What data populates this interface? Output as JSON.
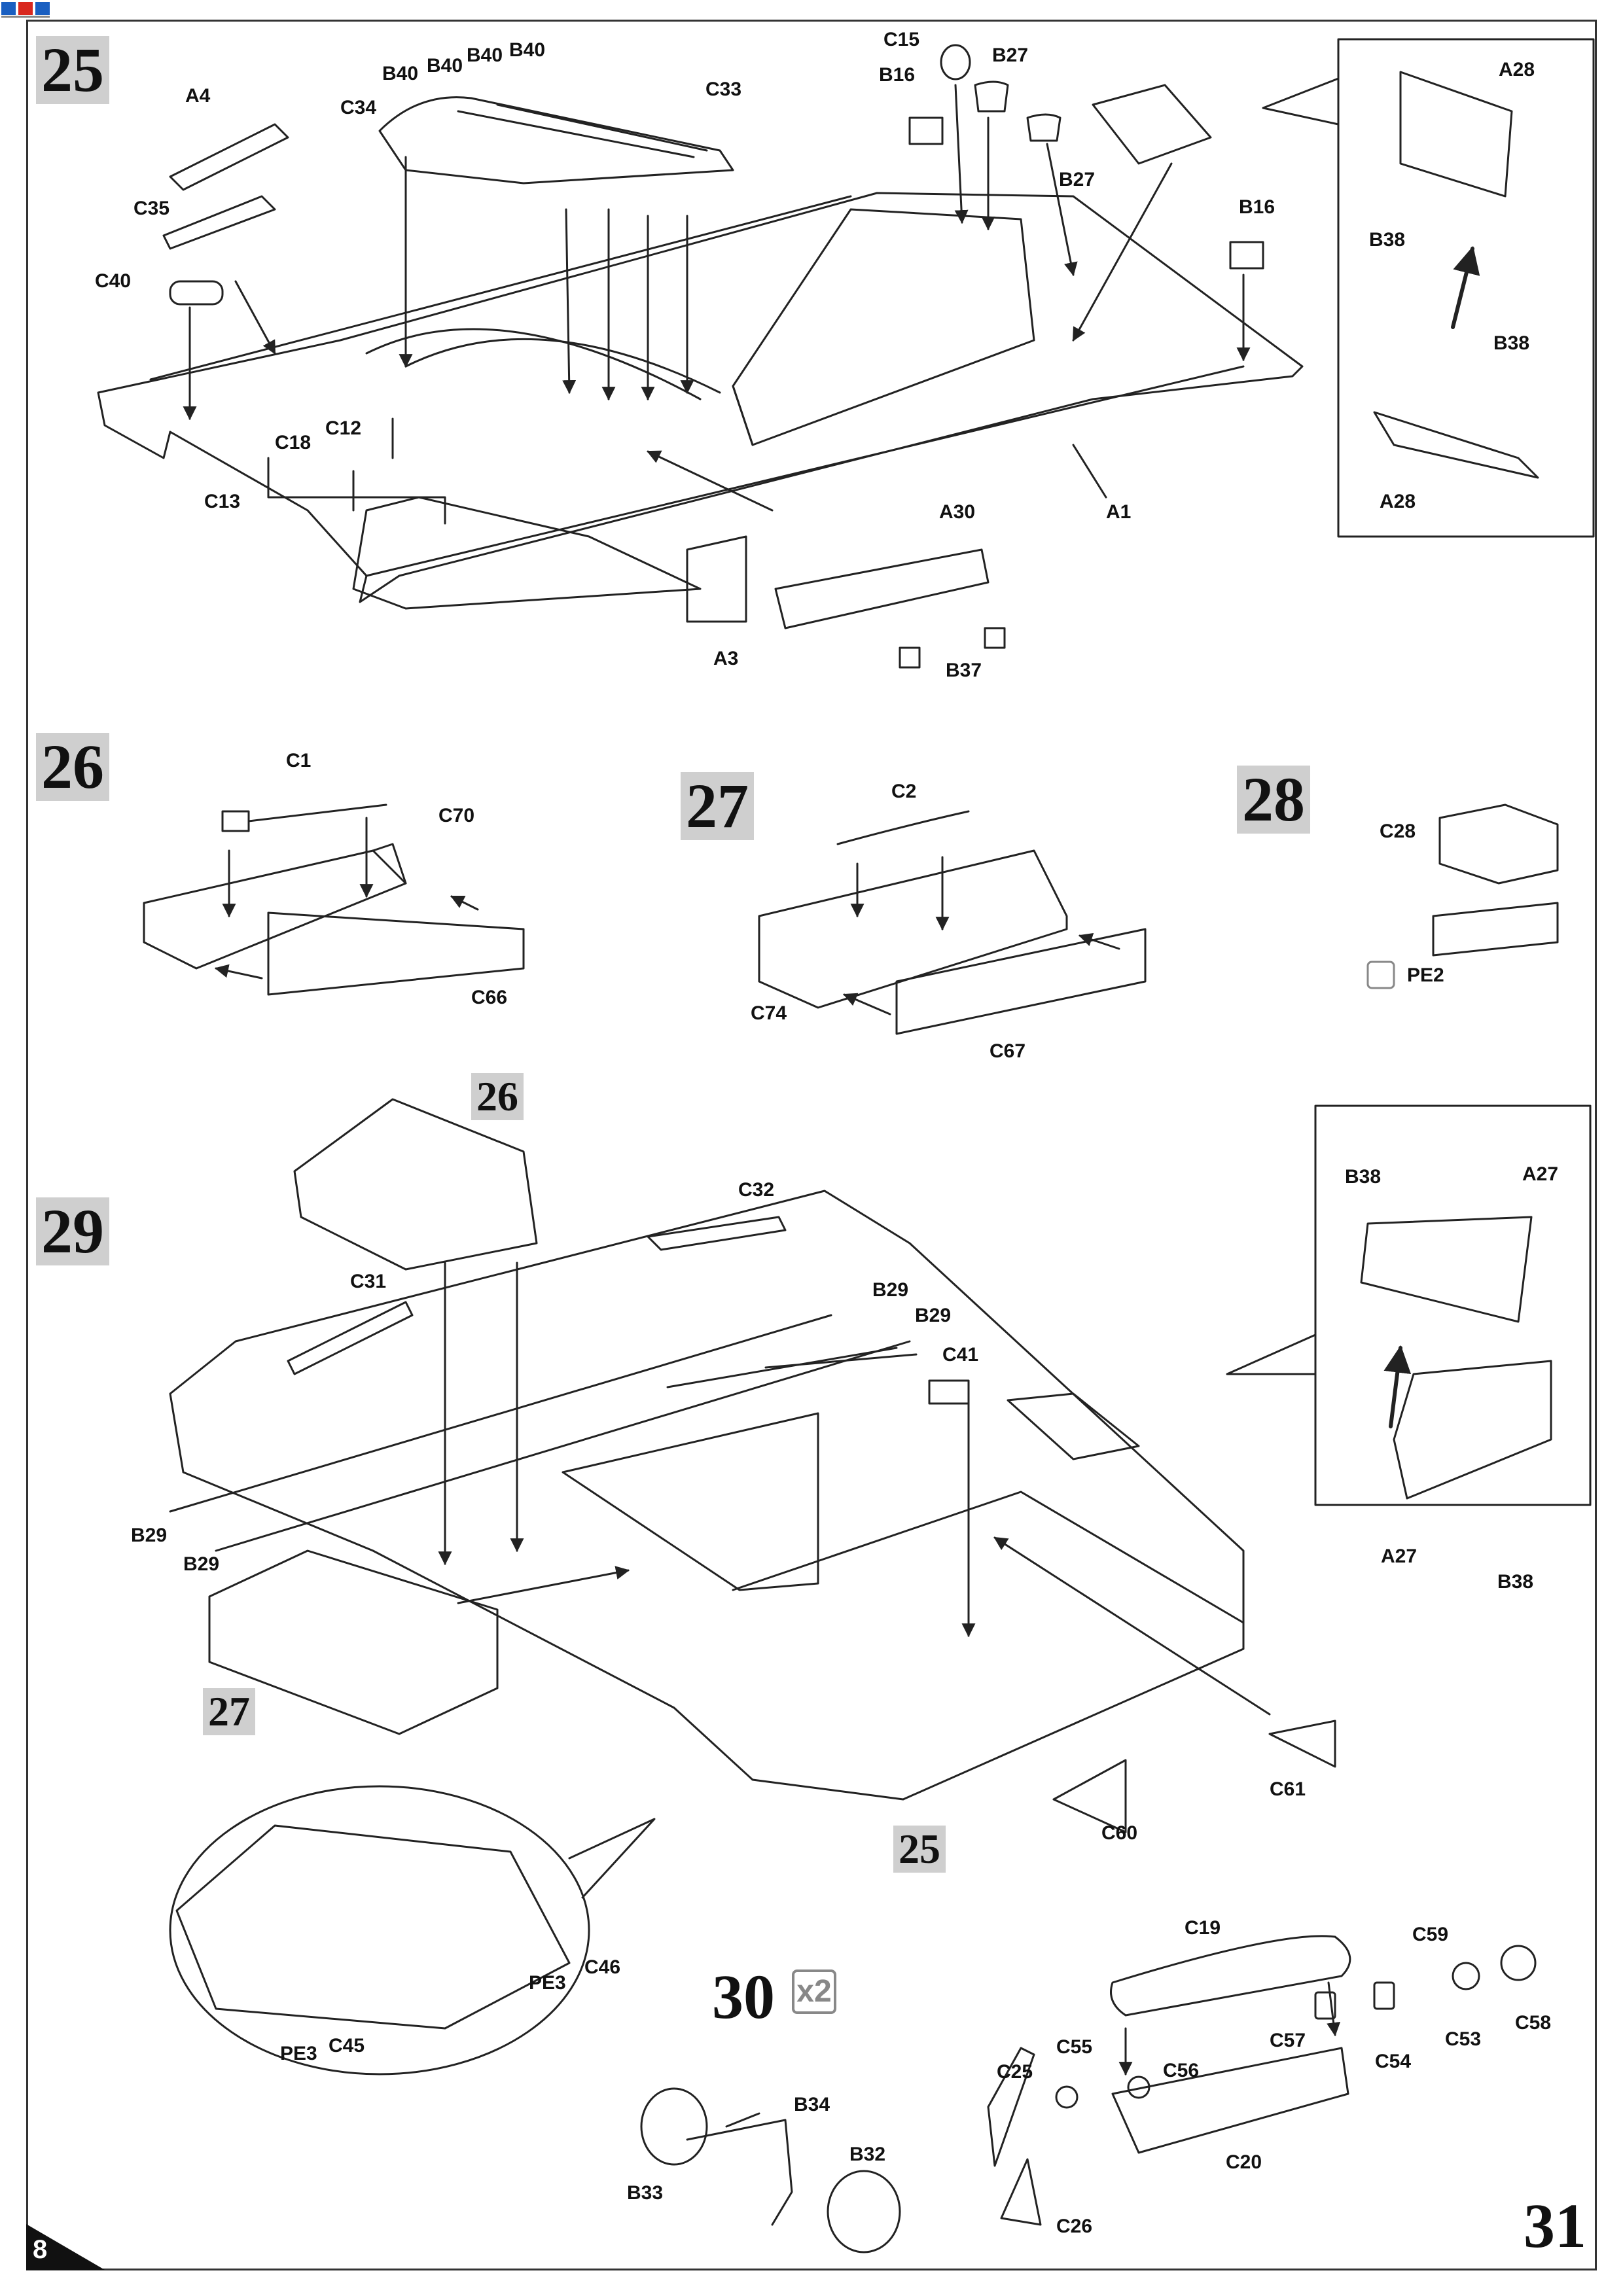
{
  "page": {
    "number": "8"
  },
  "logo": {
    "text": "",
    "colors": [
      "#1a5fc1",
      "#d9281f"
    ]
  },
  "steps": {
    "s25": "25",
    "s26": "26",
    "s27": "27",
    "s28": "28",
    "s29": "29",
    "s30": "30",
    "s31": "31",
    "ref26": "26",
    "ref27": "27",
    "ref25": "25",
    "x2": "x2"
  },
  "labels": {
    "A4": "A4",
    "C34": "C34",
    "B40a": "B40",
    "B40b": "B40",
    "B40c": "B40",
    "B40d": "B40",
    "C33": "C33",
    "C15": "C15",
    "B27a": "B27",
    "B16a": "B16",
    "B27b": "B27",
    "B16b": "B16",
    "C35": "C35",
    "C40": "C40",
    "C18": "C18",
    "C12": "C12",
    "C13": "C13",
    "A30": "A30",
    "A3": "A3",
    "B37": "B37",
    "A1": "A1",
    "A28a": "A28",
    "B38a": "B38",
    "B38b": "B38",
    "A28b": "A28",
    "C1": "C1",
    "C70": "C70",
    "C66": "C66",
    "C2": "C2",
    "C74": "C74",
    "C67": "C67",
    "C28": "C28",
    "PE2": "PE2",
    "C32": "C32",
    "C31": "C31",
    "B29a": "B29",
    "B29b": "B29",
    "B29c": "B29",
    "B29d": "B29",
    "C41": "C41",
    "C61": "C61",
    "C60": "C60",
    "B38c": "B38",
    "A27a": "A27",
    "A27b": "A27",
    "B38d": "B38",
    "PE3a": "PE3",
    "C46": "C46",
    "PE3b": "PE3",
    "C45": "C45",
    "B34": "B34",
    "B32": "B32",
    "B33": "B33",
    "C19": "C19",
    "C59": "C59",
    "C58": "C58",
    "C53": "C53",
    "C54": "C54",
    "C57": "C57",
    "C55": "C55",
    "C56": "C56",
    "C25": "C25",
    "C20": "C20",
    "C26": "C26"
  }
}
